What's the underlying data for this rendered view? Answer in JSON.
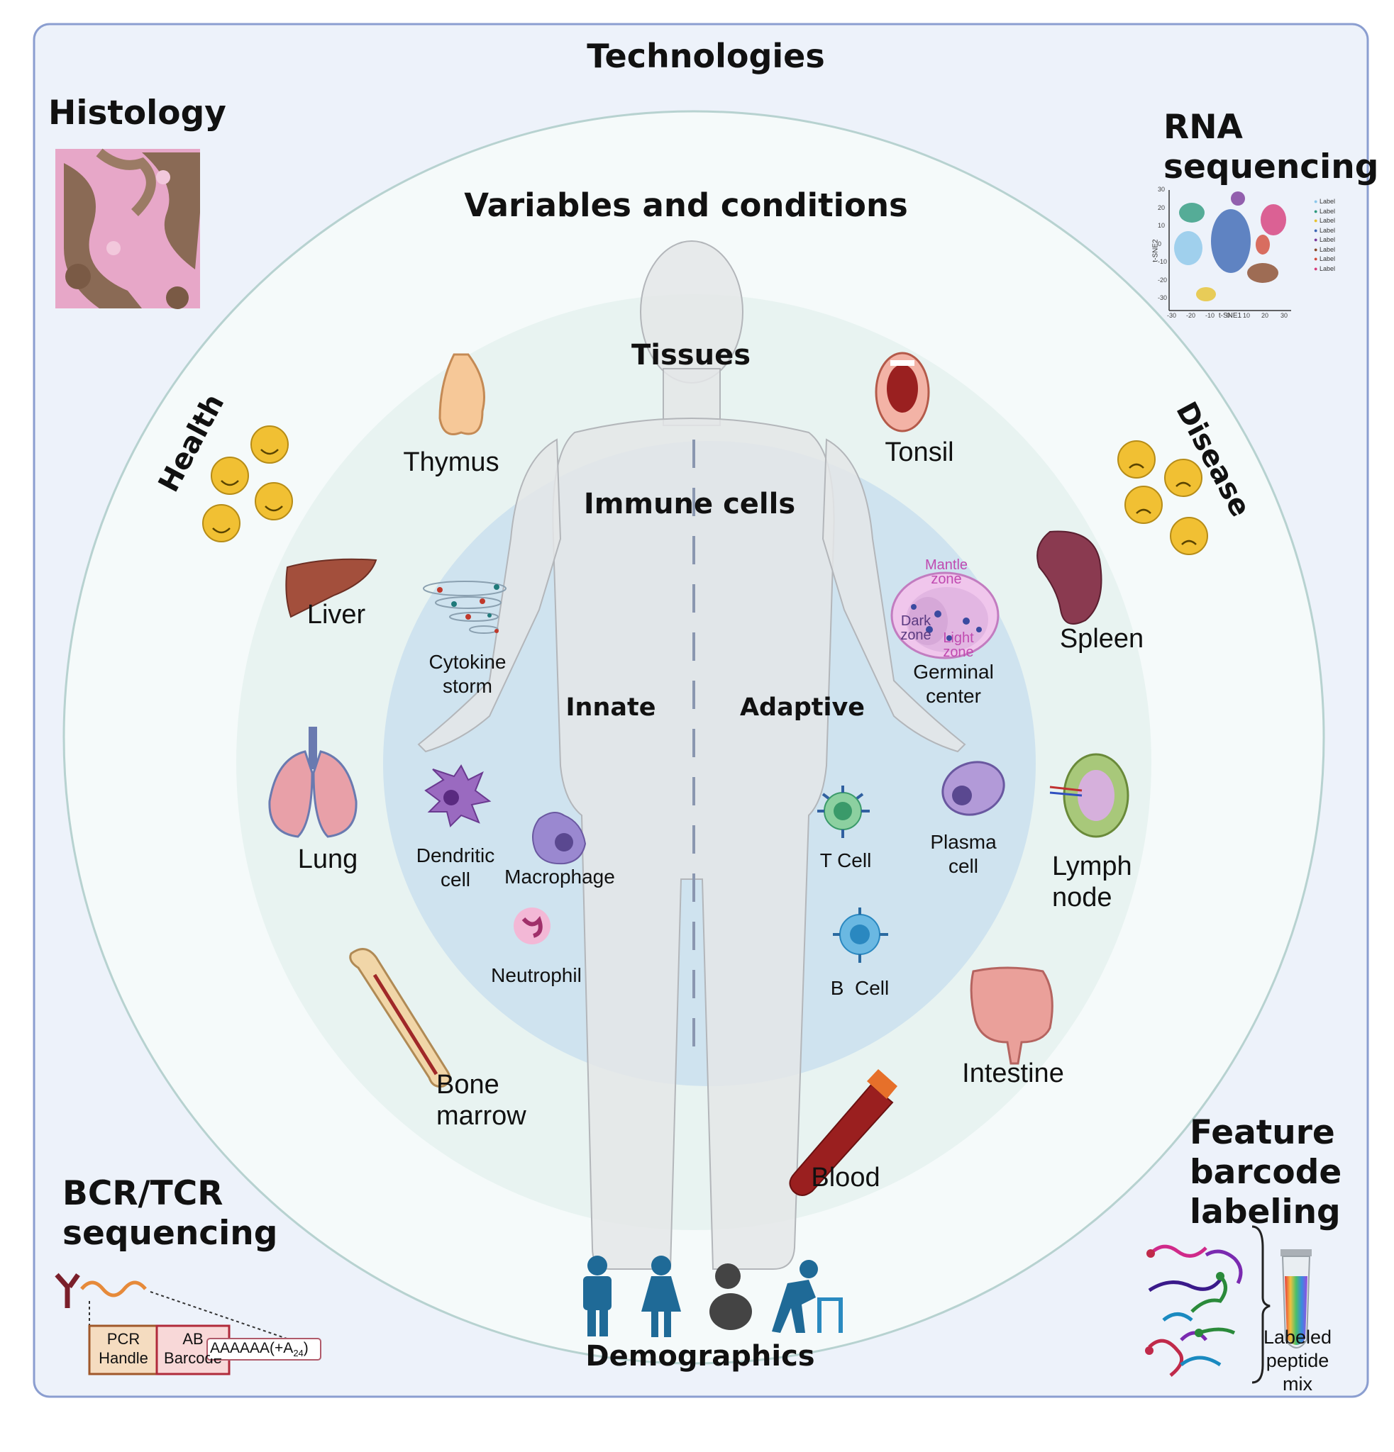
{
  "rings": {
    "technologies": "Technologies",
    "variables": "Variables and conditions",
    "tissues": "Tissues",
    "immune_cells": "Immune cells",
    "demographics": "Demographics"
  },
  "states": {
    "health": "Health",
    "disease": "Disease"
  },
  "immune_sides": {
    "innate": "Innate",
    "adaptive": "Adaptive"
  },
  "tissues": {
    "thymus": "Thymus",
    "tonsil": "Tonsil",
    "liver": "Liver",
    "spleen": "Spleen",
    "lung": "Lung",
    "lymph_node": [
      "Lymph",
      "node"
    ],
    "bone_marrow": [
      "Bone",
      "marrow"
    ],
    "intestine": "Intestine",
    "blood": "Blood"
  },
  "cells": {
    "cytokine_storm": [
      "Cytokine",
      "storm"
    ],
    "germinal_center": [
      "Germinal",
      "center"
    ],
    "germinal_zones": {
      "mantle": [
        "Mantle",
        "zone"
      ],
      "dark": [
        "Dark",
        "zone"
      ],
      "light": [
        "Light",
        "zone"
      ]
    },
    "dendritic": [
      "Dendritic",
      "cell"
    ],
    "macrophage": "Macrophage",
    "neutrophil": "Neutrophil",
    "t_cell": "T Cell",
    "b_cell": "B  Cell",
    "plasma": [
      "Plasma",
      "cell"
    ]
  },
  "technologies": {
    "histology": "Histology",
    "rna_seq": [
      "RNA",
      "sequencing"
    ],
    "bcr_tcr": [
      "BCR/TCR",
      "sequencing"
    ],
    "feature_barcode": [
      "Feature",
      "barcode",
      "labeling"
    ]
  },
  "tsne": {
    "xlabel": "t-SNE1",
    "ylabel": "t-SNE2",
    "xticks": [
      "-30",
      "-20",
      "-10",
      "0",
      "10",
      "20",
      "30"
    ],
    "yticks": [
      "30",
      "20",
      "10",
      "0",
      "-10",
      "-20",
      "-30"
    ],
    "legend": [
      "Label",
      "Label",
      "Label",
      "Label",
      "Label",
      "Label",
      "Label",
      "Label"
    ]
  },
  "bcr_construct": {
    "pcr": [
      "PCR",
      "Handle"
    ],
    "ab": [
      "AB",
      "Barcode"
    ],
    "polya": "AAAAAA(+A",
    "polya_sub": "24",
    "polya_close": ")"
  },
  "peptide_mix": [
    "Labeled",
    "peptide",
    "mix"
  ],
  "colors": {
    "outer_bg": "#edf2fa",
    "border": "#8b9ed0",
    "ring_variables": "#f5fafa",
    "ring_tissues": "#e8f3f1",
    "ring_cells": "#cfe3ef",
    "body": "#e6e8ea",
    "face_yellow": "#f1c033",
    "demographic_blue": "#1f6a97"
  }
}
